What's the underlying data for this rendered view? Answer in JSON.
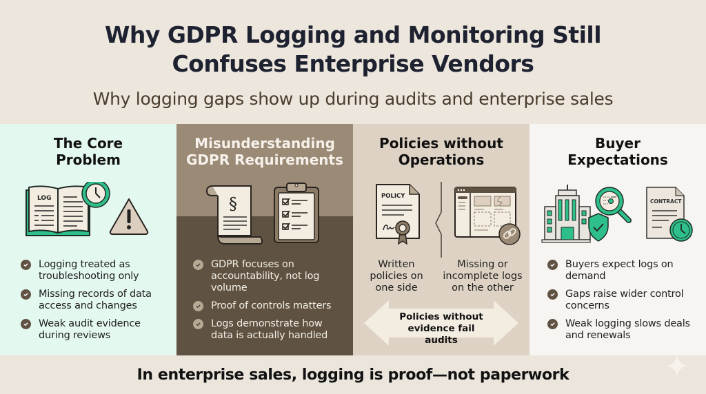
{
  "header": {
    "title_line1": "Why GDPR Logging and Monitoring Still",
    "title_line2": "Confuses Enterprise Vendors",
    "subtitle": "Why logging gaps show up during audits and enterprise sales"
  },
  "panels": [
    {
      "title_line1": "The Core",
      "title_line2": "Problem",
      "icons": [
        "open-log-book-icon",
        "clock-icon",
        "warning-triangle-icon"
      ],
      "book_label": "LOG",
      "bullets": [
        "Logging treated as troubleshooting only",
        "Missing records of data access and changes",
        "Weak audit evidence during reviews"
      ]
    },
    {
      "title_line1": "Misunderstanding",
      "title_line2": "GDPR Requirements",
      "icons": [
        "legal-scroll-section-icon",
        "checklist-clipboard-icon"
      ],
      "scroll_symbol": "§",
      "bullets": [
        "GDPR focuses on accountability, not log volume",
        "Proof of controls matters",
        "Logs demonstrate how data is actually handled"
      ]
    },
    {
      "title_line1": "Policies without",
      "title_line2": "Operations",
      "icons": [
        "policy-document-icon",
        "dashboard-window-icon",
        "broken-link-icon"
      ],
      "policy_label": "POLICY",
      "caption_left": "Written policies on one side",
      "caption_right": "Missing or incomplete logs on the other",
      "arrow_line1": "Policies without",
      "arrow_line2": "evidence fail audits"
    },
    {
      "title_line1": "Buyer",
      "title_line2": "Expectations",
      "icons": [
        "office-building-icon",
        "shield-check-icon",
        "magnifier-icon",
        "contract-clock-icon"
      ],
      "contract_label": "CONTRACT",
      "bullets": [
        "Buyers expect logs on demand",
        "Gaps raise wider control concerns",
        "Weak logging slows deals and renewals"
      ]
    }
  ],
  "footer": {
    "text": "In enterprise sales, logging is proof—not paperwork"
  },
  "colors": {
    "background": "#ece6dd",
    "panel1": "#e3f8ef",
    "panel2_top": "#9a8a76",
    "panel2_bottom": "#5f5243",
    "panel3": "#ddd2c3",
    "panel4": "#f7f5f1",
    "accent_green": "#2fbf8a",
    "brown": "#5f5243"
  }
}
